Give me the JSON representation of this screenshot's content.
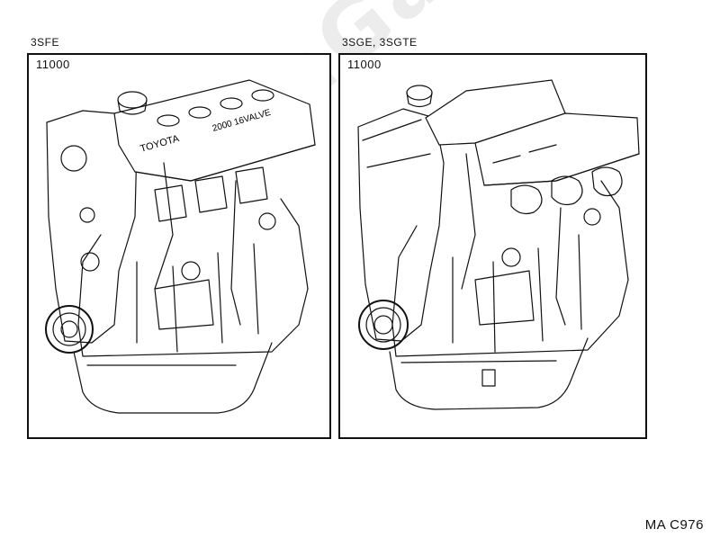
{
  "watermark": "ToyotaGarage.ru",
  "panels": [
    {
      "model": "3SFE",
      "part_number": "11000",
      "engine_text": "TOYOTA",
      "valve_text": "2000 16VALVE"
    },
    {
      "model": "3SGE, 3SGTE",
      "part_number": "11000",
      "engine_text": "",
      "valve_text": ""
    }
  ],
  "reference_code": "MA C976"
}
